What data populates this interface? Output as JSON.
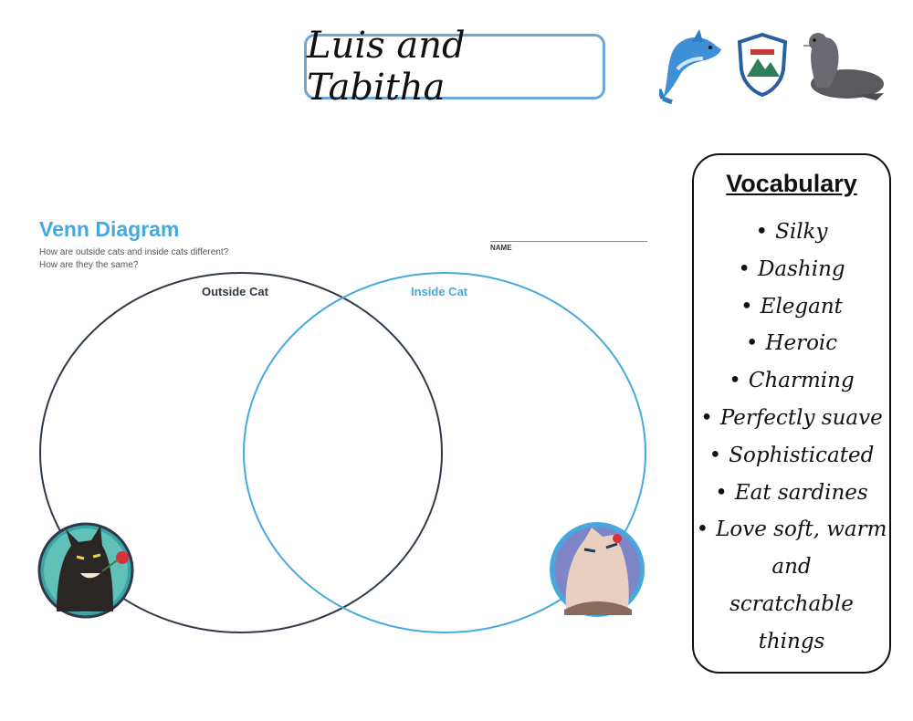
{
  "header": {
    "title": "Luis and Tabitha"
  },
  "icons": [
    "dolphin-icon",
    "shield-crest-icon",
    "sea-lion-icon"
  ],
  "venn": {
    "title": "Venn Diagram",
    "question1": "How are outside cats and inside cats different?",
    "question2": "How are they the same?",
    "name_label": "NAME",
    "left_label": "Outside Cat",
    "right_label": "Inside Cat",
    "left_color": "#2e3a48",
    "right_color": "#45a9df"
  },
  "vocabulary": {
    "title": "Vocabulary",
    "items": [
      "Silky",
      "Dashing",
      "Elegant",
      "Heroic",
      "Charming",
      "Perfectly suave",
      "Sophisticated",
      "Eat sardines",
      "Love soft, warm",
      "and",
      "scratchable",
      "things"
    ]
  }
}
